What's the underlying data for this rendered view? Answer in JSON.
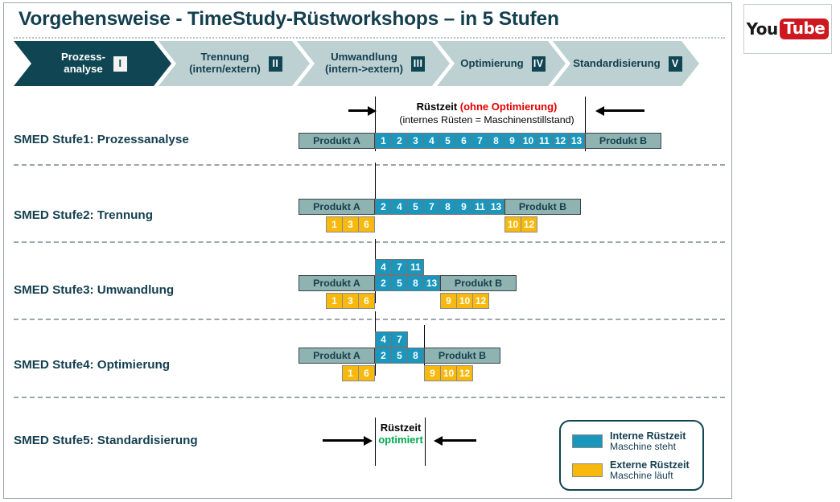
{
  "page": {
    "title": "Vorgehensweise - TimeStudy-Rüstworkshops – in 5 Stufen"
  },
  "process_bar": {
    "steps": [
      {
        "label": "Prozess-\nanalyse",
        "numeral": "I",
        "active": true
      },
      {
        "label": "Trennung\n(intern/extern)",
        "numeral": "II",
        "active": false
      },
      {
        "label": "Umwandlung\n(intern->extern)",
        "numeral": "III",
        "active": false
      },
      {
        "label": "Optimierung",
        "numeral": "IV",
        "active": false
      },
      {
        "label": "Standardisierung",
        "numeral": "V",
        "active": false
      }
    ]
  },
  "captions": {
    "stage1_main_prefix": "Rüstzeit ",
    "stage1_main_red": "(ohne Optimierung)",
    "stage1_sub": "(internes Rüsten = Maschinenstillstand)",
    "stage5_line1": "Rüstzeit",
    "stage5_line2": "optimiert"
  },
  "rows": [
    {
      "label": "SMED Stufe1: Prozessanalyse",
      "product_a": "Produkt A",
      "product_b": "Produkt B",
      "internal_main": [
        "1",
        "2",
        "3",
        "4",
        "5",
        "6",
        "7",
        "8",
        "9",
        "10",
        "11",
        "12",
        "13"
      ],
      "internal_upper": [],
      "external_left": [],
      "external_right": []
    },
    {
      "label": "SMED Stufe2: Trennung",
      "product_a": "Produkt A",
      "product_b": "Produkt B",
      "internal_main": [
        "2",
        "4",
        "5",
        "7",
        "8",
        "9",
        "11",
        "13"
      ],
      "internal_upper": [],
      "external_left": [
        "1",
        "3",
        "6"
      ],
      "external_right": [
        "10",
        "12"
      ]
    },
    {
      "label": "SMED Stufe3: Umwandlung",
      "product_a": "Produkt A",
      "product_b": "Produkt B",
      "internal_main": [
        "2",
        "5",
        "8",
        "13"
      ],
      "internal_upper": [
        "4",
        "7",
        "11"
      ],
      "external_left": [
        "1",
        "3",
        "6"
      ],
      "external_right": [
        "9",
        "10",
        "12"
      ]
    },
    {
      "label": "SMED Stufe4: Optimierung",
      "product_a": "Produkt A",
      "product_b": "Produkt B",
      "internal_main": [
        "2",
        "5",
        "8"
      ],
      "internal_upper": [
        "4",
        "7"
      ],
      "external_left": [
        "1",
        "6"
      ],
      "external_right": [
        "9",
        "10",
        "12"
      ]
    },
    {
      "label": "SMED Stufe5: Standardisierung",
      "product_a": "",
      "product_b": "",
      "internal_main": [],
      "internal_upper": [],
      "external_left": [],
      "external_right": []
    }
  ],
  "legend": {
    "items": [
      {
        "color": "#1b96bd",
        "title": "Interne Rüstzeit",
        "subtitle": "Maschine steht"
      },
      {
        "color": "#f7b90d",
        "title": "Externe Rüstzeit",
        "subtitle": "Maschine läuft"
      }
    ]
  },
  "youtube": {
    "word1": "You",
    "word2": "Tube"
  },
  "colors": {
    "brand_dark": "#104653",
    "brand_light": "#bdd0d2",
    "internal": "#1b96bd",
    "external": "#f7b90d",
    "product": "#8fb3b0",
    "accent_red": "#e60000",
    "accent_green": "#00a94f",
    "youtube_red": "#cc181e"
  }
}
